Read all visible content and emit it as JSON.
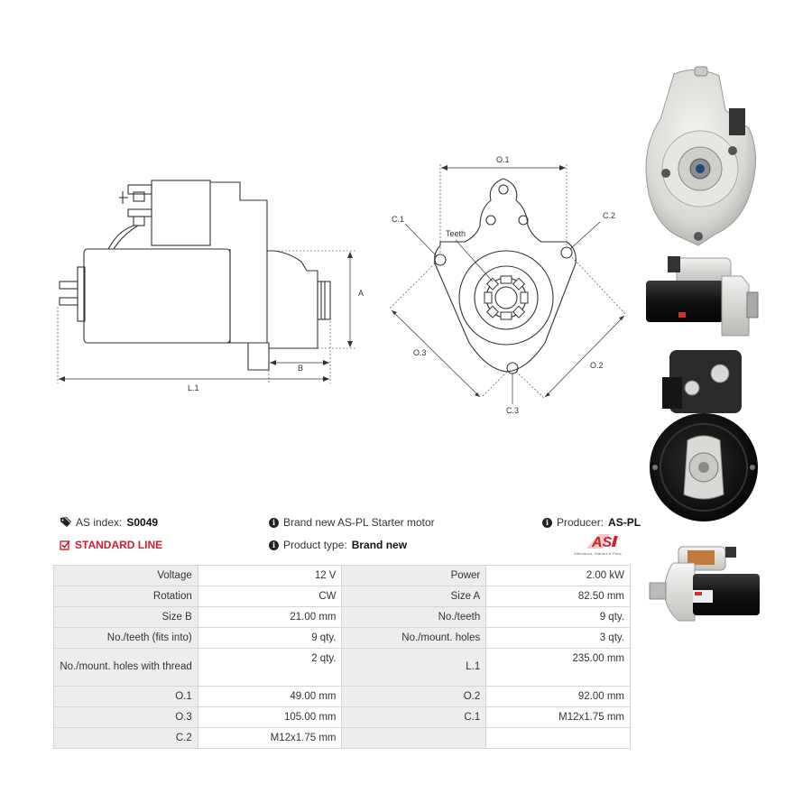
{
  "drawing": {
    "labels": {
      "a": "A",
      "b": "B",
      "l1": "L.1",
      "o1": "O.1",
      "o2": "O.2",
      "o3": "O.3",
      "c1": "C.1",
      "c2": "C.2",
      "c3": "C.3",
      "teeth": "Teeth"
    }
  },
  "info": {
    "as_index_label": "AS index:",
    "as_index_value": "S0049",
    "description": "Brand new AS-PL Starter motor",
    "producer_label": "Producer:",
    "producer_value": "AS-PL",
    "line": "STANDARD LINE",
    "product_type_label": "Product type:",
    "product_type_value": "Brand new",
    "logo_text": "AS",
    "logo_tagline": "Alternators, Starters & Parts"
  },
  "icons": {
    "index": "tag-icon",
    "info": "info-icon",
    "line": "checkbox-icon"
  },
  "colors": {
    "accent_red": "#d0202a",
    "label_bg": "#ededed",
    "border": "#d6d6d6"
  },
  "specs": [
    [
      "Voltage",
      "12 V",
      "Power",
      "2.00 kW"
    ],
    [
      "Rotation",
      "CW",
      "Size A",
      "82.50 mm"
    ],
    [
      "Size B",
      "21.00 mm",
      "No./teeth",
      "9 qty."
    ],
    [
      "No./teeth (fits into)",
      "9 qty.",
      "No./mount. holes",
      "3 qty."
    ],
    [
      "No./mount. holes with thread",
      "2 qty.",
      "L.1",
      "235.00 mm"
    ],
    [
      "O.1",
      "49.00 mm",
      "O.2",
      "92.00 mm"
    ],
    [
      "O.3",
      "105.00 mm",
      "C.1",
      "M12x1.75 mm"
    ],
    [
      "C.2",
      "M12x1.75 mm",
      "",
      ""
    ]
  ]
}
